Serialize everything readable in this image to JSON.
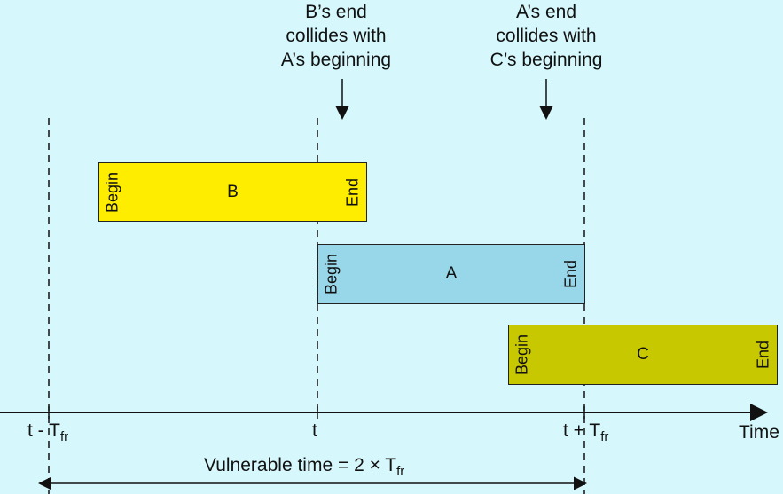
{
  "annotations": [
    {
      "text": "B’s end\ncollides with\nA’s beginning"
    },
    {
      "text": "A’s end\ncollides with\nC’s beginning"
    }
  ],
  "frames": [
    {
      "name": "B",
      "begin": "Begin",
      "end": "End",
      "color": "#ffed00"
    },
    {
      "name": "A",
      "begin": "Begin",
      "end": "End",
      "color": "#98d7ea"
    },
    {
      "name": "C",
      "begin": "Begin",
      "end": "End",
      "color": "#c7c800"
    }
  ],
  "axis": {
    "time_label": "Time",
    "ticks": [
      {
        "text": "t - T",
        "subscript": "fr"
      },
      {
        "text": "t",
        "subscript": ""
      },
      {
        "text": "t + T",
        "subscript": "fr"
      }
    ]
  },
  "vulnerable_time": {
    "text": "Vulnerable time = 2 × T",
    "subscript": "fr"
  },
  "colors": {
    "background": "#d6f7fb",
    "line": "#111111"
  }
}
